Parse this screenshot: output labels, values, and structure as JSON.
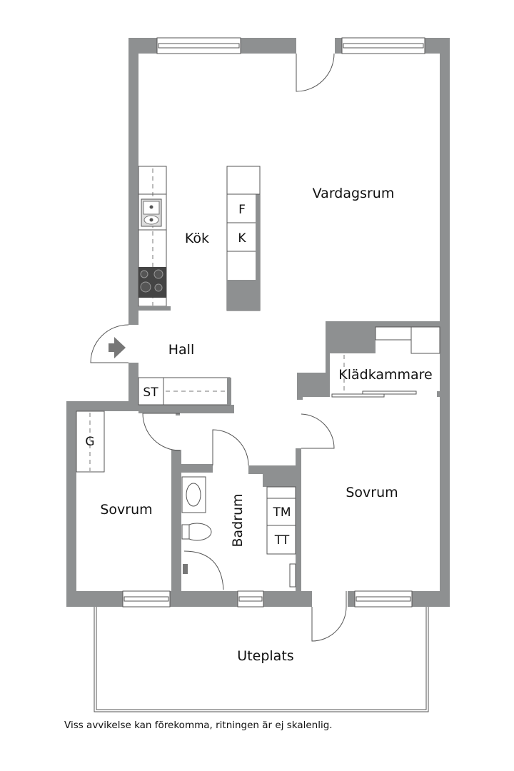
{
  "floorplan": {
    "rooms": {
      "living": "Vardagsrum",
      "kitchen": "Kök",
      "hall": "Hall",
      "walkin_closet": "Klädkammare",
      "bedroom_left": "Sovrum",
      "bedroom_right": "Sovrum",
      "bathroom": "Badrum",
      "patio": "Uteplats"
    },
    "fixtures": {
      "fridge": "F",
      "freezer": "K",
      "storage": "ST",
      "wardrobe": "G",
      "washer": "TM",
      "dryer": "TT"
    },
    "icons": {
      "entrance": "entrance-arrow-icon"
    },
    "colors": {
      "wall": "#8e9091",
      "background": "#ffffff",
      "line": "#555555"
    }
  },
  "footer": {
    "disclaimer": "Viss avvikelse kan förekomma, ritningen är ej skalenlig."
  }
}
